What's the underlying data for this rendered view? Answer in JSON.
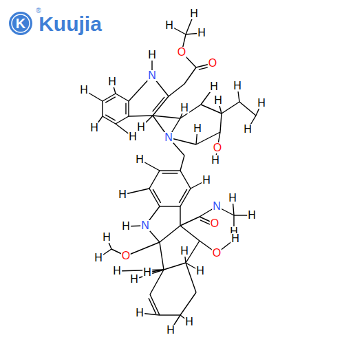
{
  "diagram": {
    "labels": [
      "K",
      "Kuujia",
      "®",
      "H",
      "H",
      "H",
      "O",
      "O",
      "H",
      "N",
      "H",
      "H",
      "H",
      "H",
      "H",
      "H",
      "H",
      "H",
      "H",
      "H",
      "H",
      "H",
      "N",
      "O",
      "H",
      "H",
      "H",
      "H",
      "H",
      "N",
      "N",
      "H",
      "H",
      "H",
      "O",
      "H",
      "O",
      "H",
      "H",
      "H",
      "O",
      "H",
      "H",
      "H",
      "H",
      "H",
      "H",
      "H"
    ]
  }
}
